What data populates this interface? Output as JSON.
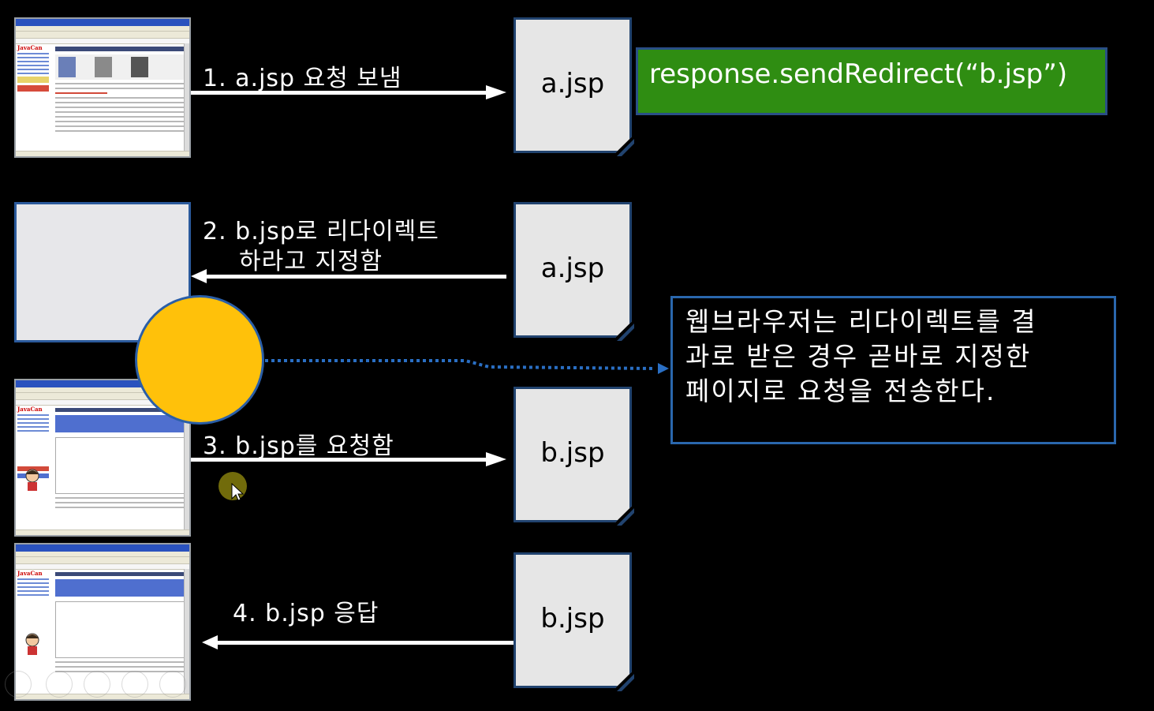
{
  "steps": {
    "step1": "1. a.jsp 요청 보냄",
    "step2_line1": "2. b.jsp로 리다이렉트",
    "step2_line2": "하라고 지정함",
    "step3": "3. b.jsp를 요청함",
    "step4": "4. b.jsp 응답"
  },
  "pages": {
    "a1": "a.jsp",
    "a2": "a.jsp",
    "b1": "b.jsp",
    "b2": "b.jsp"
  },
  "code": "response.sendRedirect(“b.jsp”)",
  "note": {
    "line1": "웹브라우저는 리다이렉트를 결",
    "line2": "과로 받은 경우 곧바로 지정한",
    "line3": "페이지로 요청을 전송한다."
  },
  "colors": {
    "background": "#000000",
    "code_box": "#2f8d12",
    "page_box": "#e6e6e6",
    "page_border": "#21436f",
    "circle": "#ffc10a",
    "note_border": "#2a67ad"
  },
  "icons": {
    "cursor": "mouse-pointer-icon",
    "toolbar": [
      "prev-icon",
      "pen-icon",
      "slides-icon",
      "zoom-icon",
      "more-icon"
    ]
  }
}
